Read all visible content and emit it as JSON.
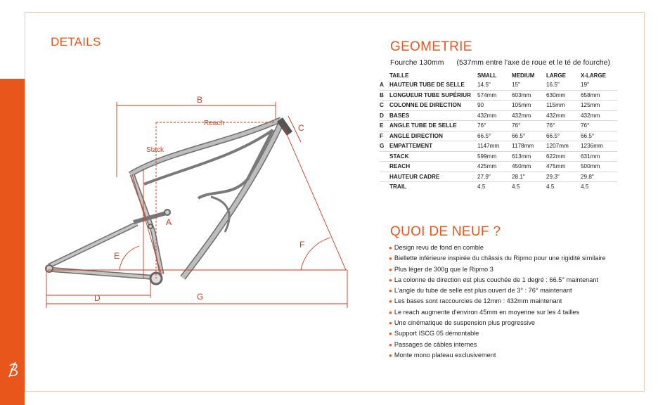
{
  "details": {
    "title": "DETAILS"
  },
  "geometry": {
    "title": "GEOMETRIE",
    "fork_label": "Fourche 130mm",
    "fork_note": "(537mm entre l'axe de roue et le té de fourche)",
    "header": {
      "label": "TAILLE",
      "sizes": [
        "SMALL",
        "MEDIUM",
        "LARGE",
        "X-LARGE"
      ]
    },
    "rows": [
      {
        "letter": "A",
        "label": "HAUTEUR TUBE DE SELLE",
        "values": [
          "14.5\"",
          "15\"",
          "16.5\"",
          "19\""
        ]
      },
      {
        "letter": "B",
        "label": "LONGUEUR TUBE SUPÉRIUR",
        "values": [
          "574mm",
          "603mm",
          "630mm",
          "658mm"
        ]
      },
      {
        "letter": "C",
        "label": "COLONNE DE DIRECTION",
        "values": [
          "90",
          "105mm",
          "115mm",
          "125mm"
        ]
      },
      {
        "letter": "D",
        "label": "BASES",
        "values": [
          "432mm",
          "432mm",
          "432mm",
          "432mm"
        ]
      },
      {
        "letter": "E",
        "label": "ANGLE TUBE DE SELLE",
        "values": [
          "76°",
          "76°",
          "76°",
          "76°"
        ]
      },
      {
        "letter": "F",
        "label": "ANGLE DIRECTION",
        "values": [
          "66.5°",
          "66.5°",
          "66.5°",
          "66.5°"
        ]
      },
      {
        "letter": "G",
        "label": "EMPATTEMENT",
        "values": [
          "1147mm",
          "1178mm",
          "1207mm",
          "1236mm"
        ]
      },
      {
        "letter": "",
        "label": "STACK",
        "values": [
          "599mm",
          "613mm",
          "622mm",
          "631mm"
        ]
      },
      {
        "letter": "",
        "label": "REACH",
        "values": [
          "425mm",
          "450mm",
          "475mm",
          "500mm"
        ]
      },
      {
        "letter": "",
        "label": "HAUTEUR CADRE",
        "values": [
          "27.9\"",
          "28.1\"",
          "29.3\"",
          "29.8\""
        ]
      },
      {
        "letter": "",
        "label": "TRAIL",
        "values": [
          "4.5",
          "4.5",
          "4.5",
          "4.5"
        ]
      }
    ]
  },
  "news": {
    "title": "QUOI DE NEUF ?",
    "items": [
      "Design revu de fond en comble",
      "Biellette inférieure inspirée du châssis du Ripmo pour une rigidité similaire",
      "Plus léger de 300g que le Ripmo 3",
      "La colonne de direction est plus couchée de 1 degré : 66.5° maintenant",
      "L'angle du tube de selle est plus ouvert de 3° : 76° maintenant",
      "Les bases sont raccourcies de 12mm : 432mm maintenant",
      "Le reach augmente d'environ 45mm en moyenne sur les 4 tailles",
      "Une cinématique de suspension plus progressive",
      "Support ISCG 05 démontable",
      "Passages de câbles internes",
      "Monte mono plateau exclusivement"
    ]
  },
  "diagram": {
    "labels": {
      "a": "A",
      "b": "B",
      "c": "C",
      "d": "D",
      "e": "E",
      "f": "F",
      "g": "G",
      "reach": "Reach",
      "stack": "Stack"
    }
  },
  "colors": {
    "accent": "#e8561c",
    "dimension": "#d23a1c"
  },
  "icons": {
    "logo": "brand-logo-icon"
  }
}
